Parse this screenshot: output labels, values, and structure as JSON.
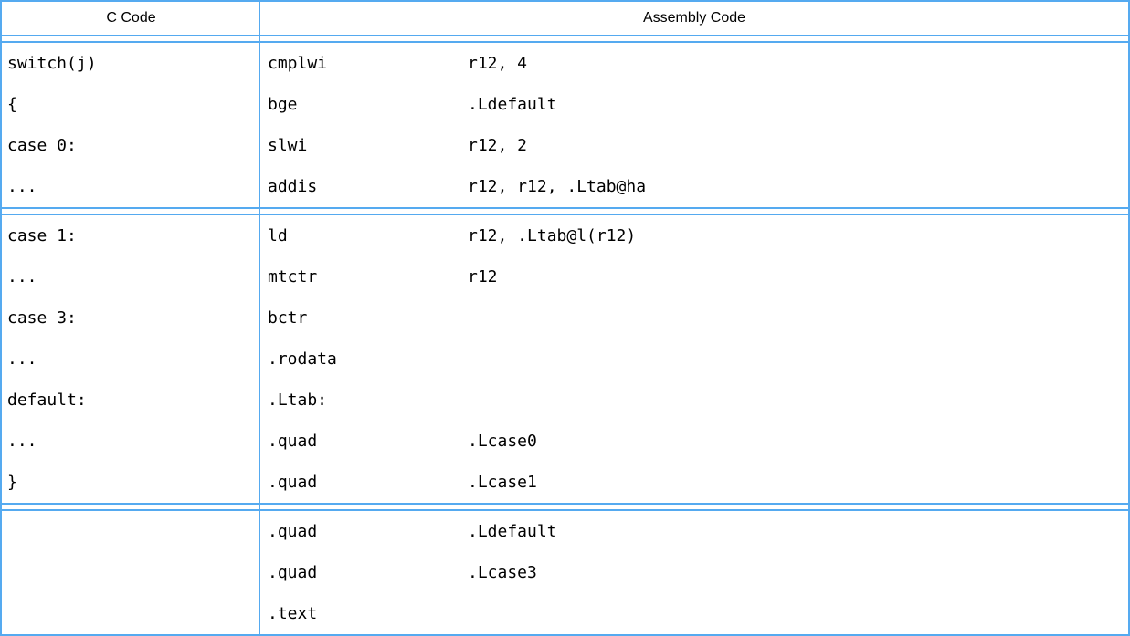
{
  "table": {
    "title": "C to Assembly switch statement comparison table",
    "colors": {
      "border": "#55aaf0",
      "text": "#000000",
      "background": "#ffffff"
    },
    "headers": {
      "c_code": "C Code",
      "assembly_code": "Assembly Code"
    },
    "sections": [
      {
        "c_rows": [
          "switch(j)",
          "{",
          "case 0:",
          "..."
        ],
        "asm_rows": [
          [
            "cmplwi",
            "r12, 4"
          ],
          [
            "bge",
            ".Ldefault"
          ],
          [
            "slwi",
            "r12, 2"
          ],
          [
            "addis",
            "r12, r12, .Ltab@ha"
          ]
        ]
      },
      {
        "c_rows": [
          "case 1:",
          "...",
          "case 3:",
          "...",
          "default:",
          "...",
          "}"
        ],
        "asm_rows": [
          [
            "ld",
            "r12, .Ltab@l(r12)"
          ],
          [
            "mtctr",
            "r12"
          ],
          [
            "bctr",
            ""
          ],
          [
            ".rodata",
            ""
          ],
          [
            ".Ltab:",
            ""
          ],
          [
            ".quad",
            ".Lcase0"
          ],
          [
            ".quad",
            ".Lcase1"
          ]
        ]
      },
      {
        "c_rows": [
          "",
          "",
          ""
        ],
        "asm_rows": [
          [
            ".quad",
            ".Ldefault"
          ],
          [
            ".quad",
            ".Lcase3"
          ],
          [
            ".text",
            ""
          ]
        ]
      }
    ]
  }
}
